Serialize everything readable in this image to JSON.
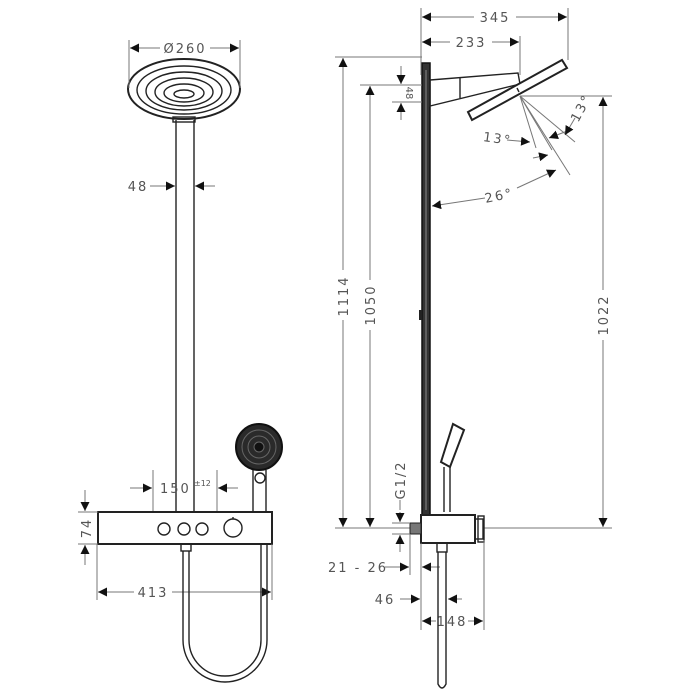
{
  "drawing": {
    "subject": "Shower system technical drawing (front and side views)",
    "line_color": "#222222",
    "dimension_color": "#555555"
  },
  "front_view": {
    "head_diameter": "Ø260",
    "pipe_width": "48",
    "spacing": "150",
    "spacing_tolerance": "±12",
    "thermostat_height": "74",
    "thermostat_width": "413"
  },
  "side_view": {
    "arm_total": "345",
    "arm_length": "233",
    "head_thickness": "48",
    "angle_up": "13°",
    "angle_down": "13°",
    "angle_total": "26°",
    "height_top": "1114",
    "height_arm": "1050",
    "height_head": "1022",
    "connection": "G1/2",
    "wall_distance": "21 - 26",
    "hose_offset": "46",
    "body_depth": "148"
  }
}
